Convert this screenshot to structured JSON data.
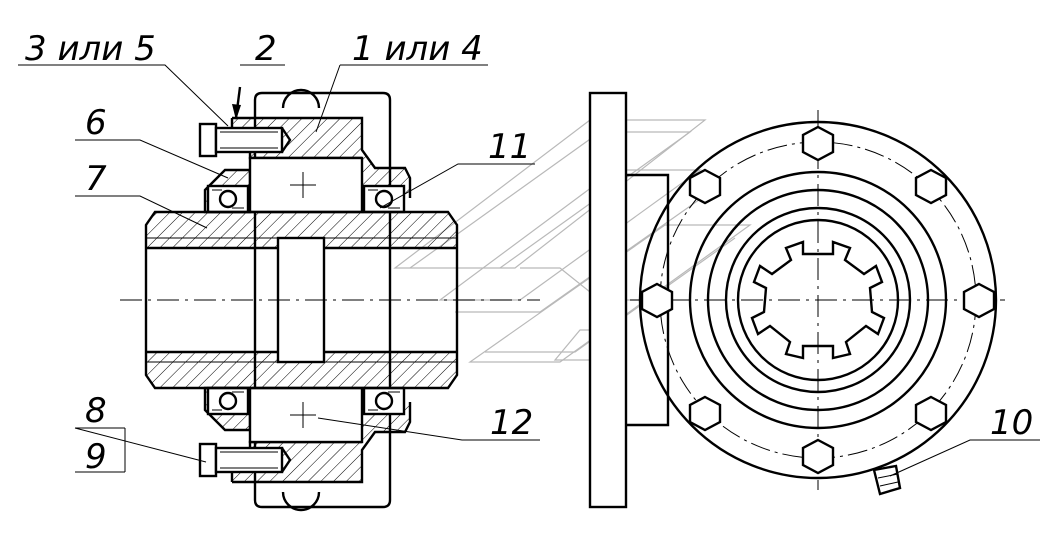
{
  "labels": {
    "l3or5": "3 или 5",
    "l2": "2",
    "l1or4": "1 или 4",
    "l6": "6",
    "l7": "7",
    "l11": "11",
    "l8": "8",
    "l9": "9",
    "l12": "12",
    "l10": "10"
  },
  "colors": {
    "line": "#000000",
    "background": "#ffffff",
    "watermark": "#b9b9b9"
  }
}
